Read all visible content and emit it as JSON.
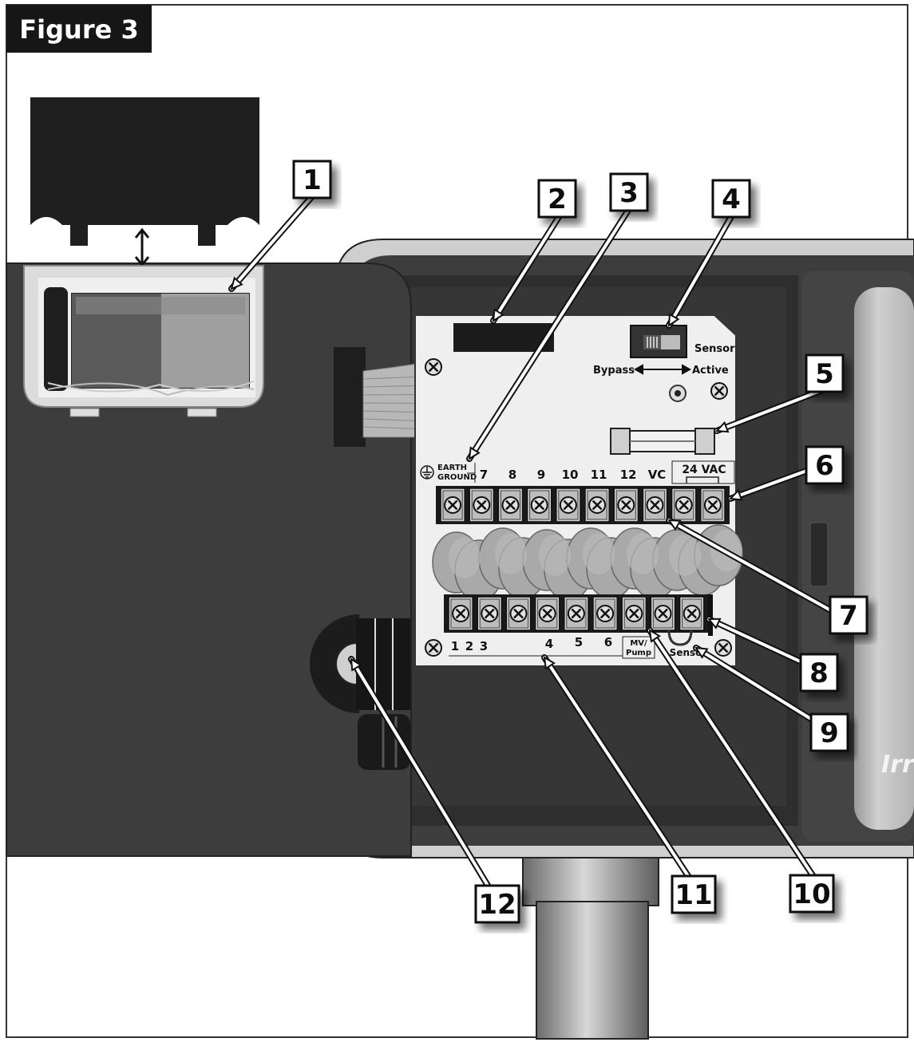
{
  "figure_title": "Figure 3",
  "callouts": [
    "1",
    "2",
    "3",
    "4",
    "5",
    "6",
    "7",
    "8",
    "9",
    "10",
    "11",
    "12"
  ],
  "sensor_switch": {
    "label": "Sensor",
    "bypass": "Bypass",
    "active": "Active"
  },
  "terminal_top_labels": [
    "7",
    "8",
    "9",
    "10",
    "11",
    "12",
    "VC"
  ],
  "earth_ground_label": [
    "EARTH",
    "GROUND"
  ],
  "vac_label": "24 VAC",
  "terminal_bottom_labels": [
    "1",
    "2",
    "3",
    "4",
    "5",
    "6"
  ],
  "mv_pump_label": [
    "MV/",
    "Pump"
  ],
  "sensor_terminal_label": "Sensor",
  "brand_fragment": "Irr",
  "colors": {
    "frame": "#333333",
    "housing_dark": "#3d3d3d",
    "housing_darker": "#2a2a2a",
    "panel": "#efefef",
    "callout_fill": "#ffffff",
    "callout_stroke": "#111111"
  }
}
